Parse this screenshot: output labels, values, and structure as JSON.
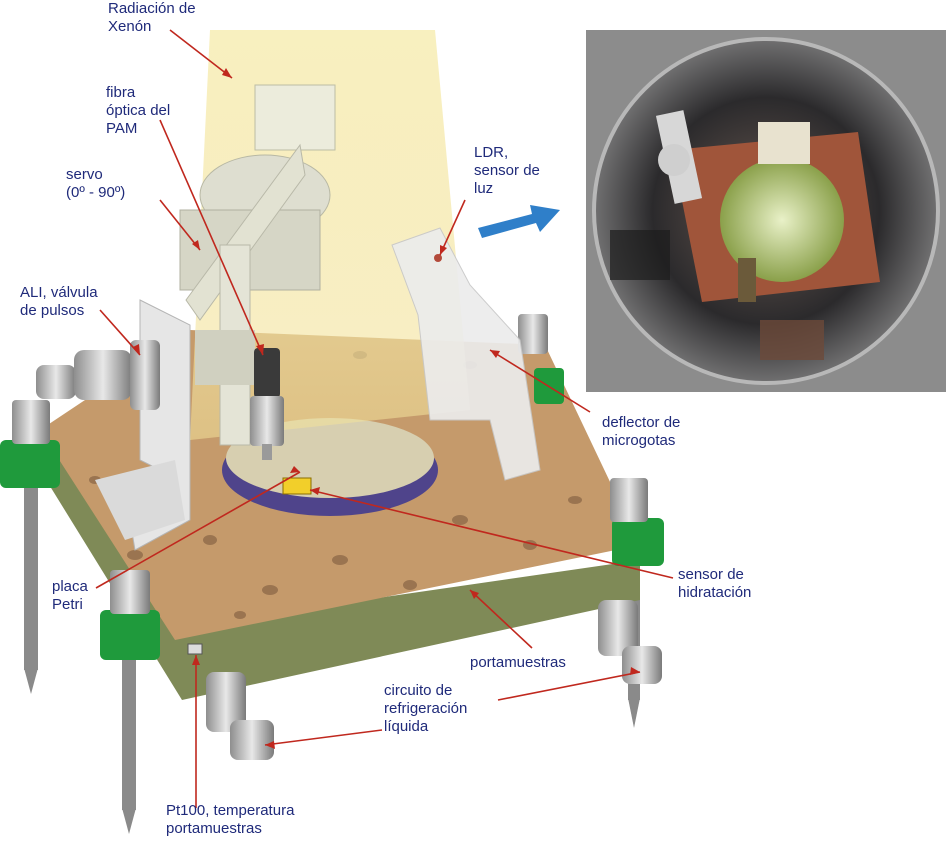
{
  "labels": {
    "xenon": "Radiación de\nXenón",
    "fiber": "fibra\nóptica del\nPAM",
    "servo": "servo\n(0º - 90º)",
    "ali": "ALI, válvula\nde pulsos",
    "ldr": "LDR,\nsensor de\nluz",
    "deflector": "deflector de\nmicrogotas",
    "petri": "placa\nPetri",
    "hydration": "sensor de\nhidratación",
    "sample_holder": "portamuestras",
    "cooling": "circuito de\nrefrigeración\nlíquida",
    "pt100": "Pt100, temperatura\nportamuestras"
  },
  "colors": {
    "label_text": "#1f2a7a",
    "leader_line": "#c0281e",
    "arrow": "#2f7fc9",
    "plate_top": "#c59a6b",
    "plate_side": "#7f8a57",
    "clamp": "#1f9a3c",
    "light_beam": "#f4e7a6",
    "petri_ring": "#3a3590"
  }
}
